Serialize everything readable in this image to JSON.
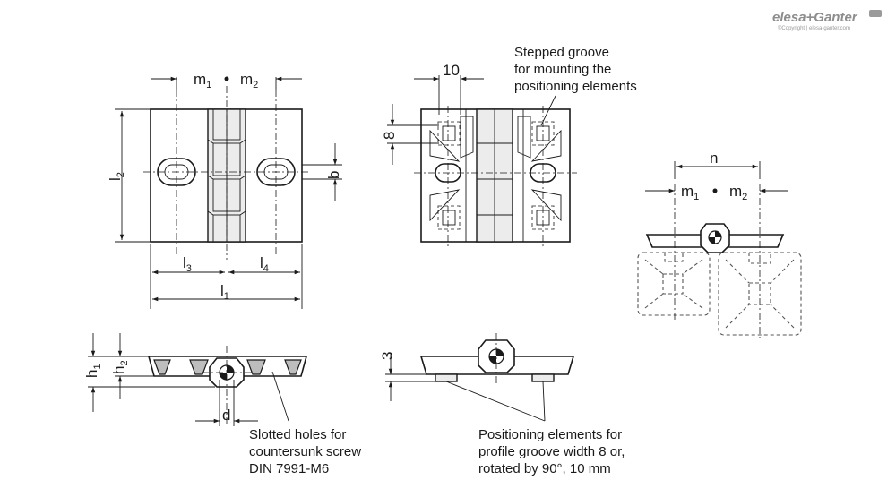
{
  "brand": {
    "logo_text": "elesa+Ganter",
    "copyright": "©Copyright | elesa-ganter.com"
  },
  "dimensions": {
    "m1": "m",
    "m1_sub": "1",
    "m2": "m",
    "m2_sub": "2",
    "l1": "l",
    "l1_sub": "1",
    "l2": "l",
    "l2_sub": "2",
    "l3": "l",
    "l3_sub": "3",
    "l4": "l",
    "l4_sub": "4",
    "b": "b",
    "h1": "h",
    "h1_sub": "1",
    "h2": "h",
    "h2_sub": "2",
    "d": "d",
    "ten": "10",
    "eight": "8",
    "three": "3",
    "n": "n"
  },
  "notes": {
    "stepped_groove": [
      "Stepped groove",
      "for mounting the",
      "positioning elements"
    ],
    "slotted_holes": [
      "Slotted holes for",
      "countersunk screw",
      "DIN 7991-M6"
    ],
    "positioning": [
      "Positioning elements for",
      "profile groove width 8 or,",
      "rotated by 90°, 10 mm"
    ]
  }
}
